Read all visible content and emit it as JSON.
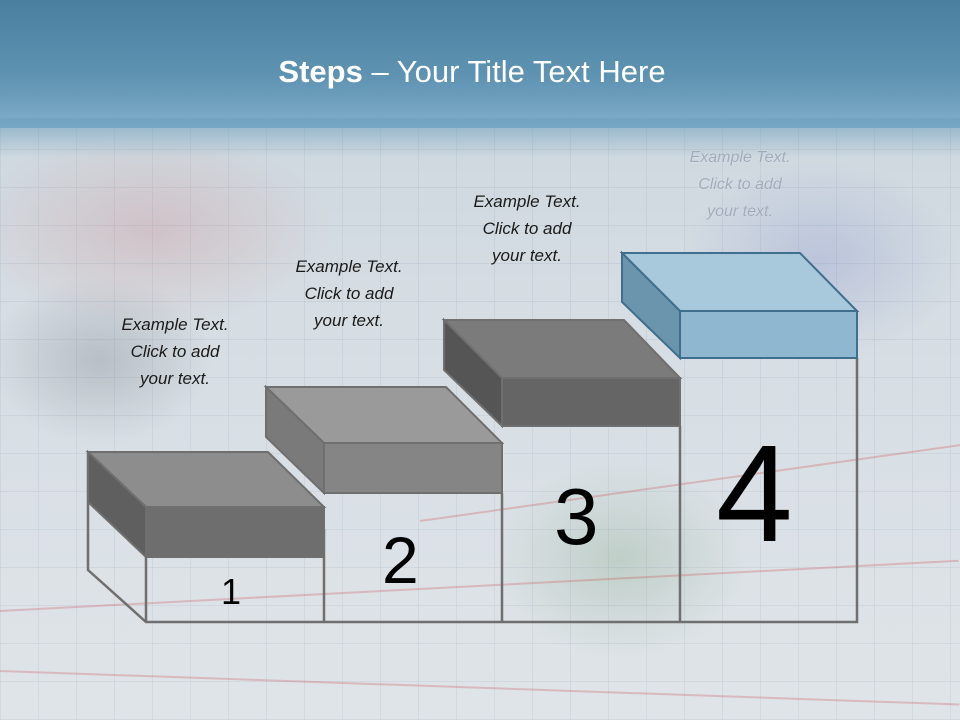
{
  "header": {
    "title_bold": "Steps",
    "title_rest": " – Your Title Text Here"
  },
  "steps": [
    {
      "number": "1",
      "caption": [
        "Example Text.",
        "Click  to add",
        "your text."
      ]
    },
    {
      "number": "2",
      "caption": [
        "Example Text.",
        "Click  to add",
        "your text."
      ]
    },
    {
      "number": "3",
      "caption": [
        "Example Text.",
        "Click  to add",
        "your text."
      ]
    },
    {
      "number": "4",
      "caption": [
        "Example Text.",
        "Click  to add",
        "your text."
      ]
    }
  ],
  "colors": {
    "header": "#5b8fae",
    "box_gray_top": "#8c8c8c",
    "box_gray_front": "#6e6e6e",
    "box_blue_top": "#6b95ad",
    "box_blue_front": "#a3c5d9",
    "outline": "#6f6f6f"
  }
}
